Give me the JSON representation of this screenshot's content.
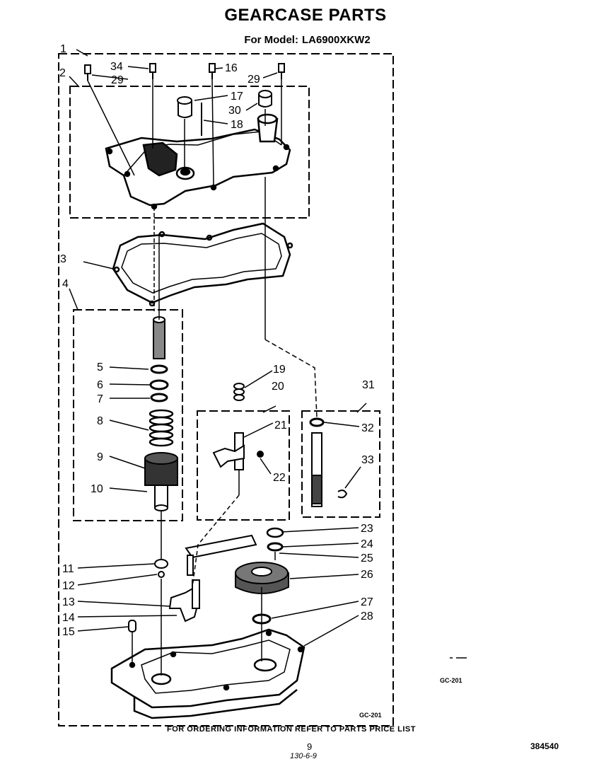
{
  "header": {
    "title": "GEARCASE PARTS",
    "model_prefix": "For Model:",
    "model_number": "LA6900XKW2"
  },
  "footer": {
    "ordering_note": "FOR ORDERING INFORMATION REFER TO PARTS PRICE LIST",
    "page_number": "9",
    "page_code": "130-6-9",
    "document_number": "384540"
  },
  "figure_codes": {
    "right": "GC-201",
    "bottom": "GC-201"
  },
  "callouts": [
    "1",
    "2",
    "3",
    "4",
    "5",
    "6",
    "7",
    "8",
    "9",
    "10",
    "11",
    "12",
    "13",
    "14",
    "15",
    "16",
    "17",
    "18",
    "19",
    "20",
    "21",
    "22",
    "23",
    "24",
    "25",
    "26",
    "27",
    "28",
    "29",
    "29",
    "30",
    "31",
    "32",
    "33",
    "34"
  ]
}
